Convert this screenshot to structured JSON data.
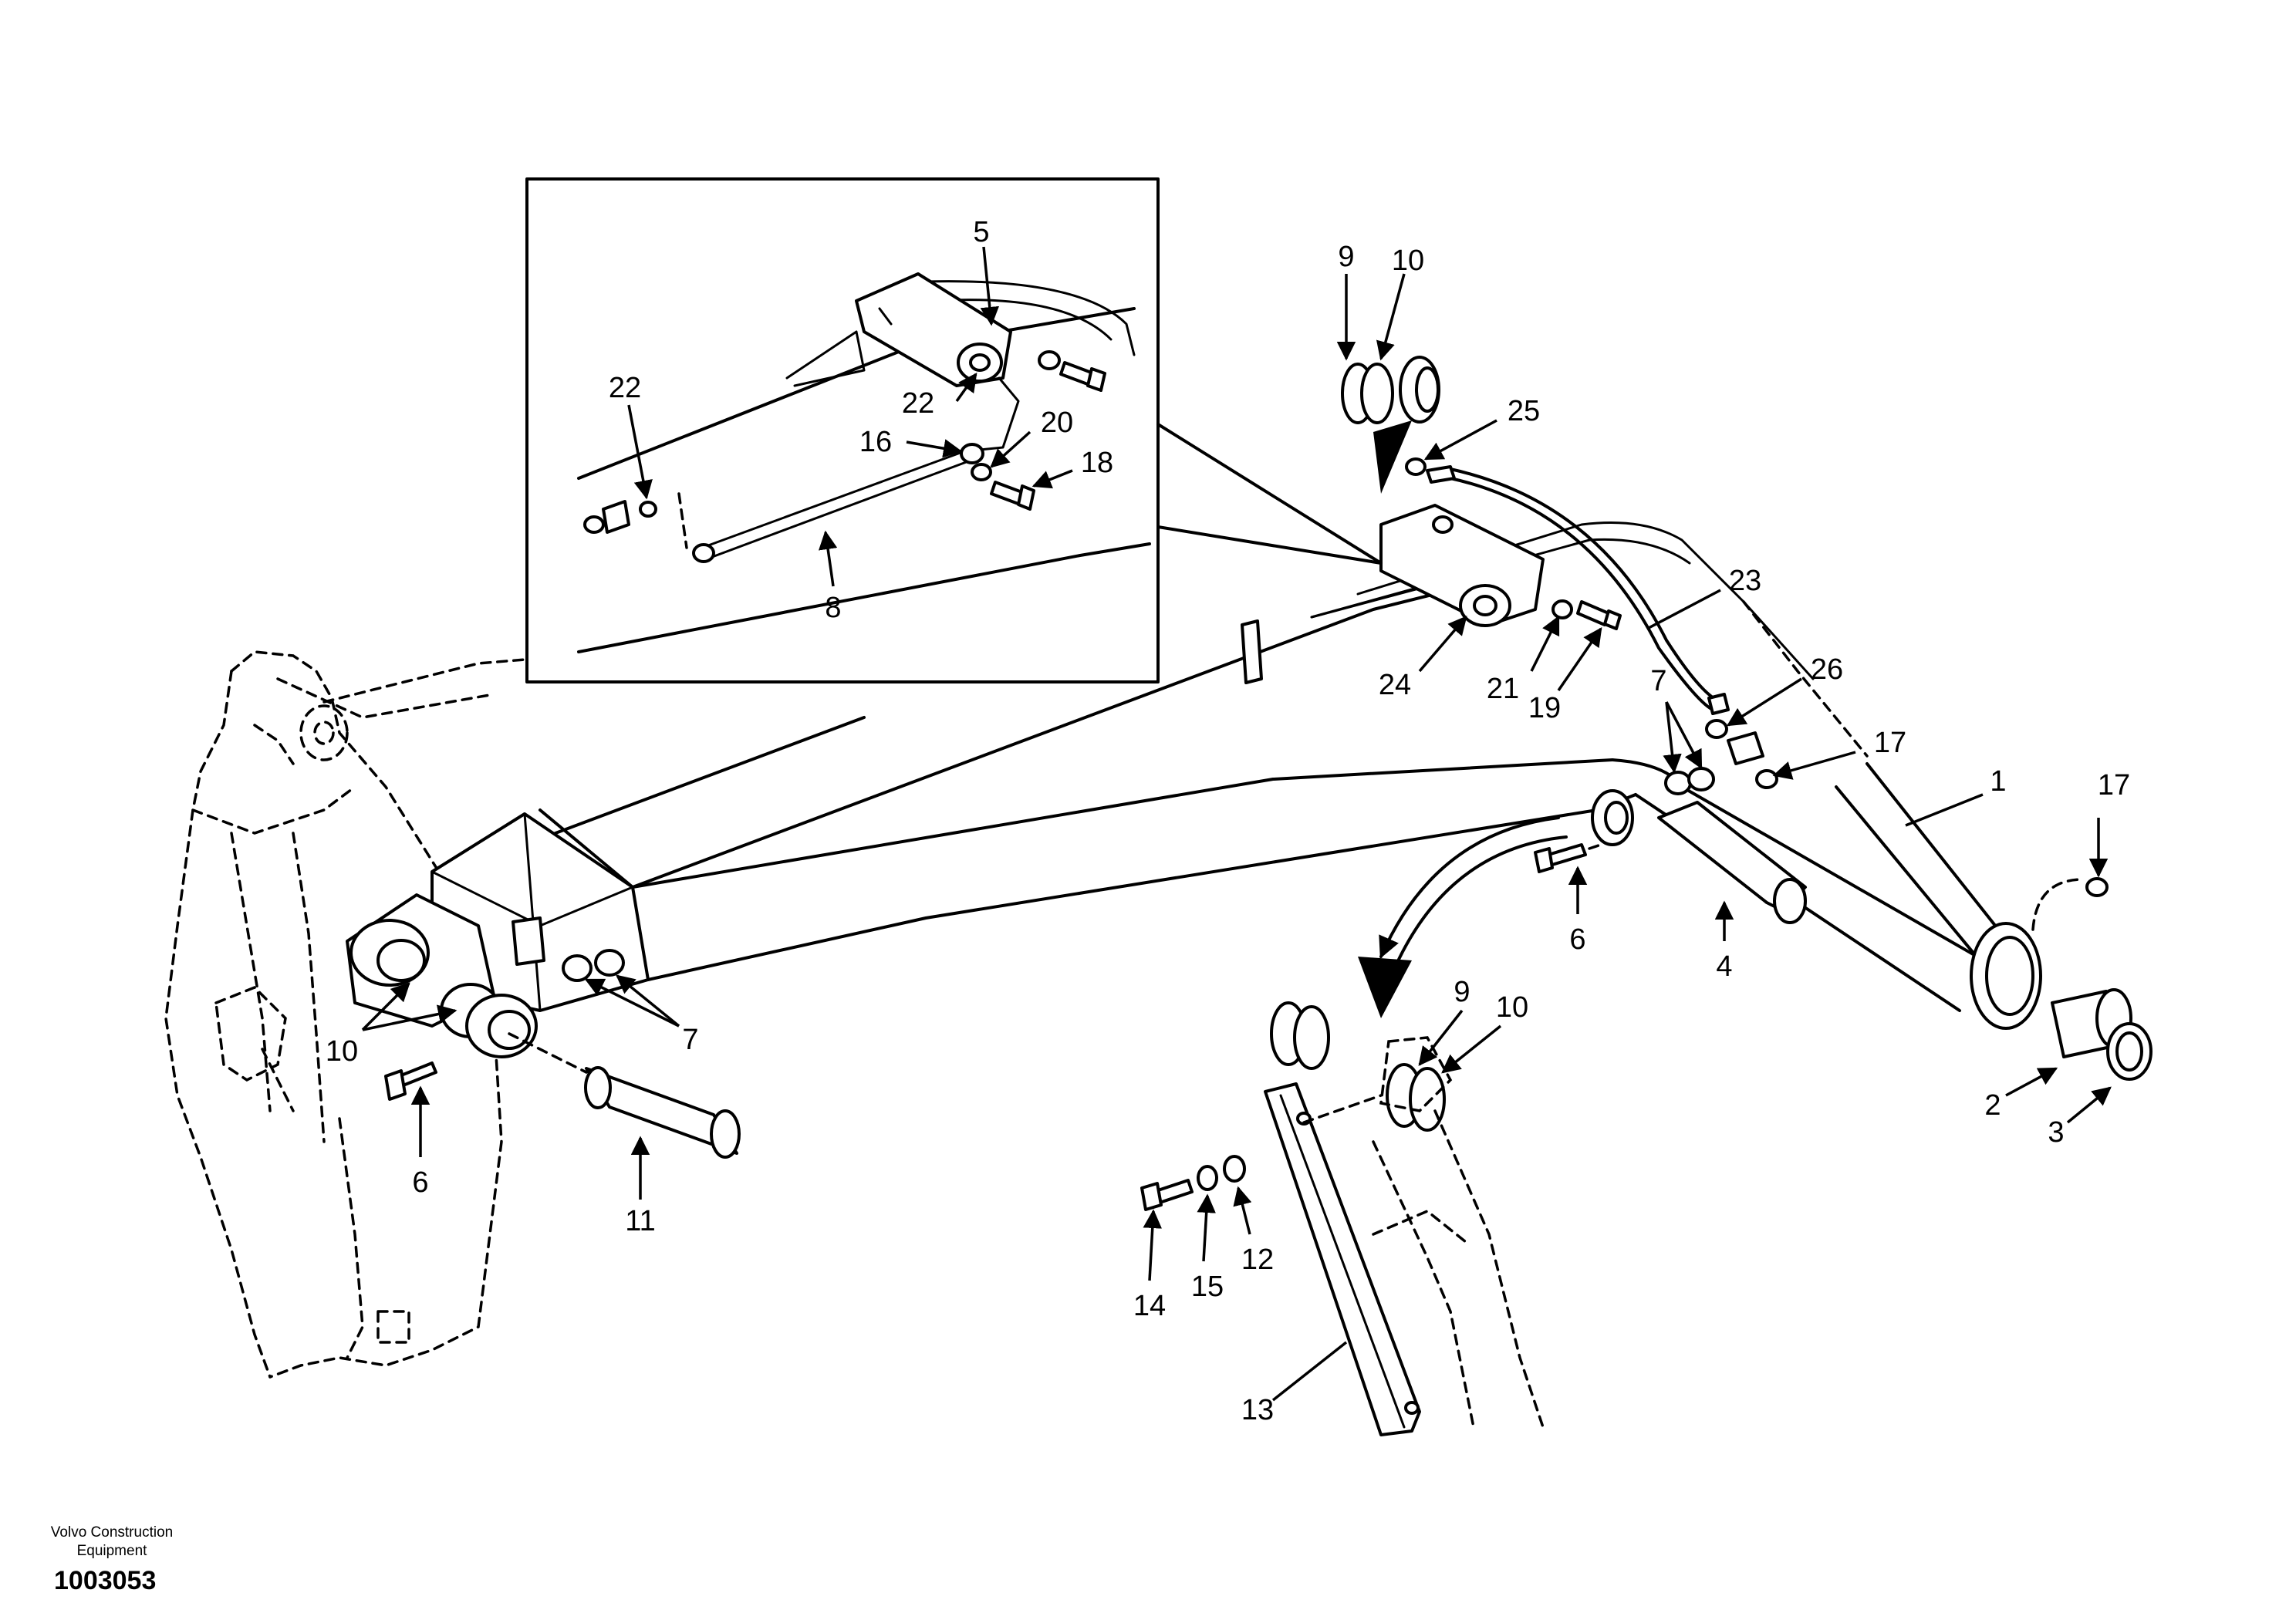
{
  "callouts": {
    "c1": "1",
    "c2": "2",
    "c3": "3",
    "c4": "4",
    "c5": "5",
    "c6a": "6",
    "c6b": "6",
    "c7a": "7",
    "c7b": "7",
    "c8": "8",
    "c9a": "9",
    "c9b": "9",
    "c10a": "10",
    "c10b": "10",
    "c10c": "10",
    "c11": "11",
    "c12": "12",
    "c13": "13",
    "c14": "14",
    "c15": "15",
    "c16": "16",
    "c17a": "17",
    "c17b": "17",
    "c18": "18",
    "c19": "19",
    "c20": "20",
    "c21": "21",
    "c22a": "22",
    "c22b": "22",
    "c23": "23",
    "c24": "24",
    "c25": "25",
    "c26": "26"
  },
  "footer": {
    "company_line1": "Volvo Construction",
    "company_line2": "Equipment",
    "drawing_number": "1003053"
  }
}
